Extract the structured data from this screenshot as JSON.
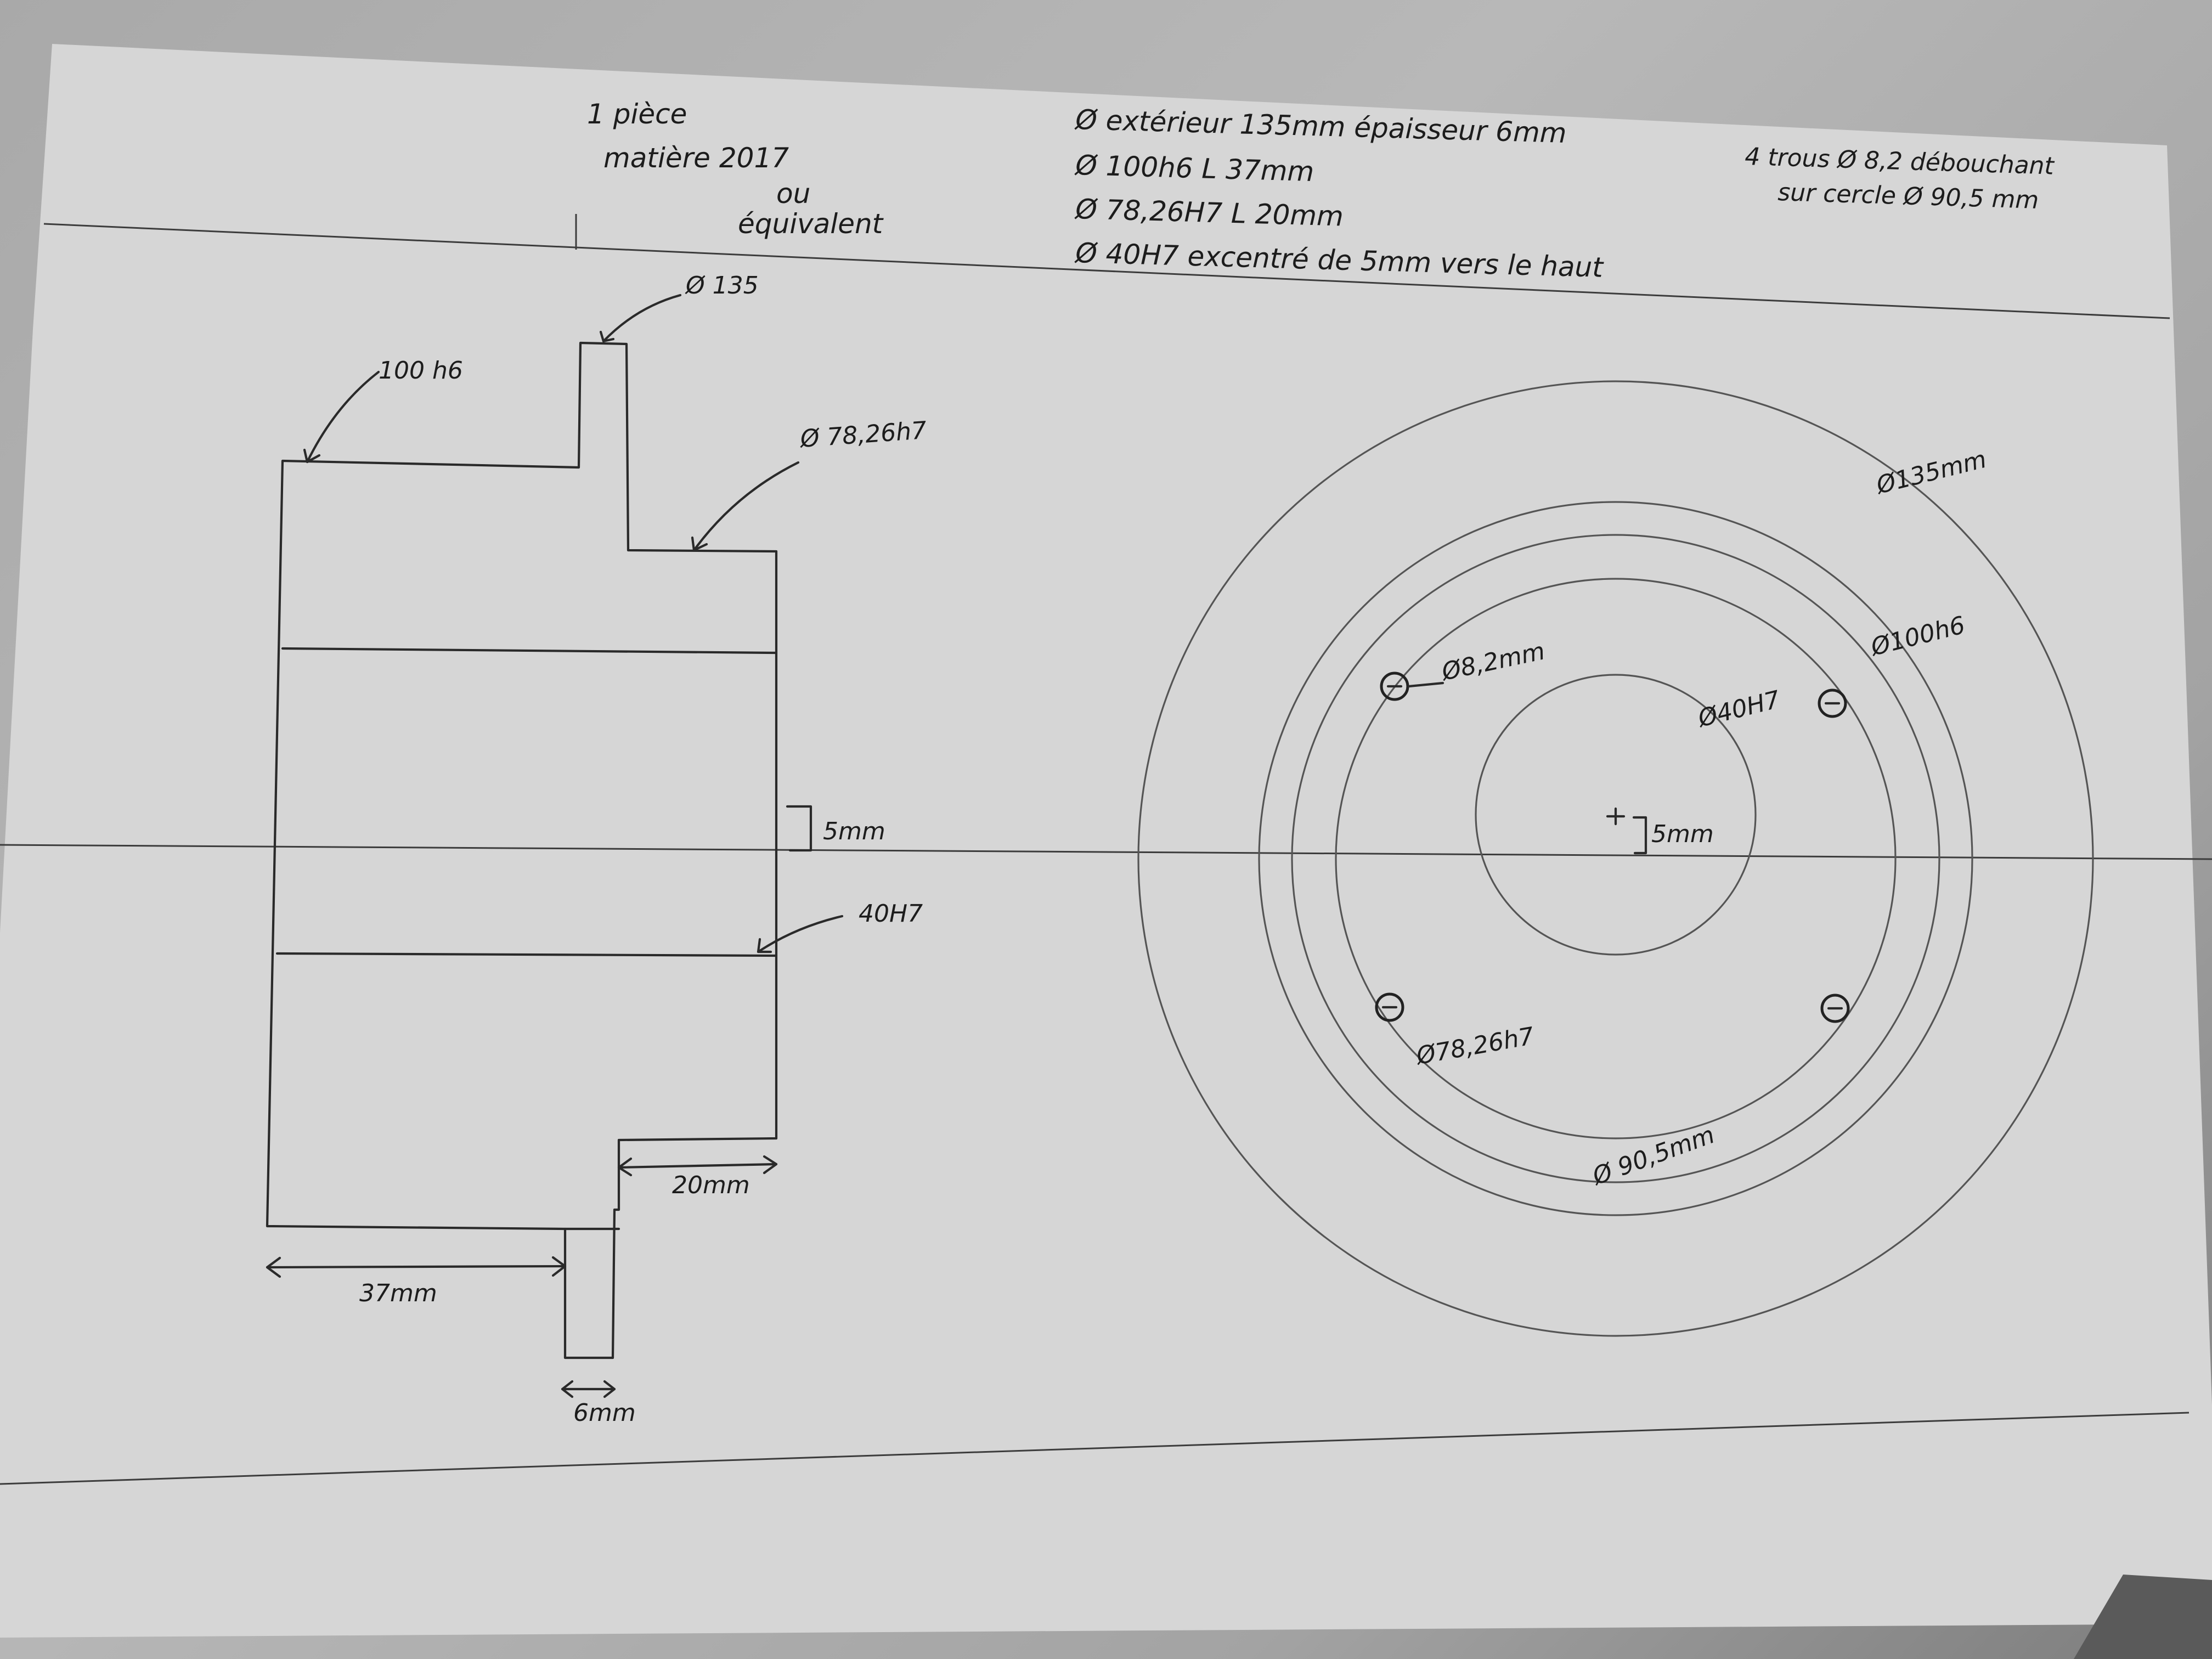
{
  "header": {
    "left_notes": [
      "1 pièce",
      "matière 2017",
      "ou",
      "équivalent"
    ],
    "spec_lines": [
      "Ø extérieur 135mm épaisseur 6mm",
      "Ø 100h6 L 37mm",
      "Ø 78,26H7 L 20mm",
      "Ø 40H7 excentré de 5mm vers le haut"
    ],
    "right_notes": [
      "4 trous Ø 8,2 débouchant",
      "sur cercle Ø 90,5 mm"
    ]
  },
  "side_view": {
    "labels": {
      "d135": "Ø 135",
      "d100": "100 h6",
      "d78": "Ø 78,26h7",
      "offset": "5mm",
      "bore": "40H7",
      "len20": "20mm",
      "len37": "37mm",
      "len6": "6mm"
    }
  },
  "front_view": {
    "labels": {
      "d135": "Ø135mm",
      "d100": "Ø100h6",
      "hole": "Ø8,2mm",
      "bore": "Ø40H7",
      "offset": "5mm",
      "d78": "Ø78,26h7",
      "pitch": "Ø 90,5mm"
    }
  }
}
